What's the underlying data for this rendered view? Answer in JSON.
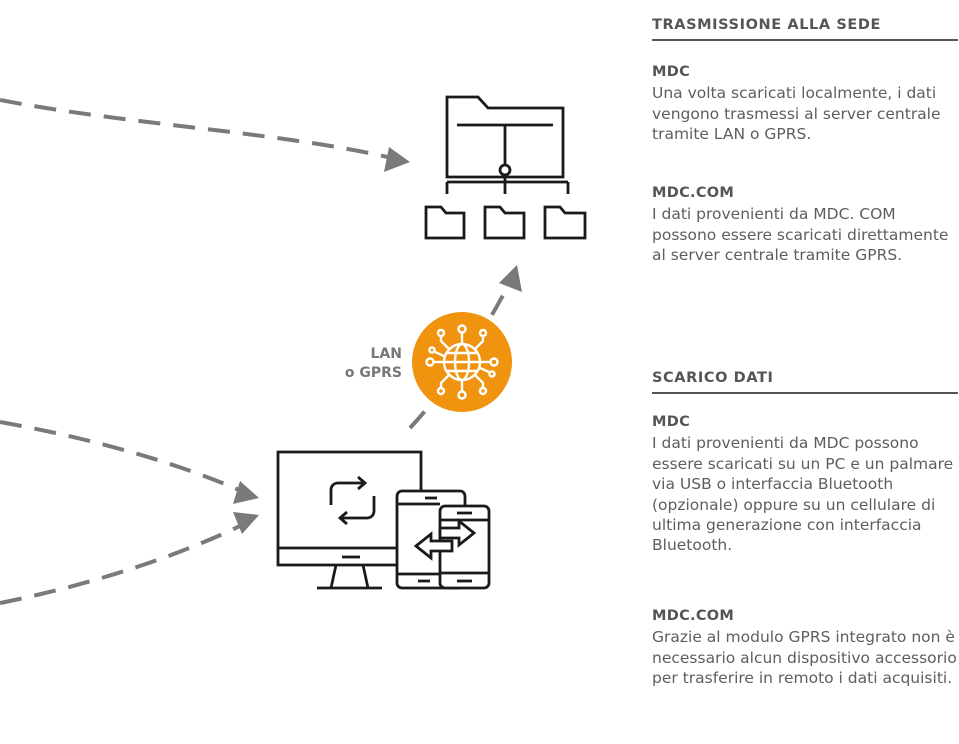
{
  "trasmissione": {
    "title": "TRASMISSIONE ALLA SEDE",
    "mdc_label": "MDC",
    "mdc_text": "Una volta scaricati localmente, i dati vengono trasmessi al server centrale tramite LAN o GPRS.",
    "mdccom_label": "MDC.COM",
    "mdccom_text": "I dati provenienti da MDC. COM possono essere scaricati direttamente al server centrale tramite GPRS."
  },
  "scarico": {
    "title": "SCARICO DATI",
    "mdc_label": "MDC",
    "mdc_text": "I dati provenienti da MDC possono essere scaricati su un PC e un palmare via USB o interfaccia Bluetooth (opzionale) oppure su un cellulare di ultima generazione con interfaccia Bluetooth.",
    "mdccom_label": "MDC.COM",
    "mdccom_text": "Grazie al modulo GPRS integrato non è necessario alcun dispositivo accessorio per trasferire in remoto i dati acquisiti."
  },
  "connection": {
    "line1": "LAN",
    "line2": "o GPRS"
  },
  "icons": {
    "server": "server-folders-icon",
    "network": "globe-network-icon",
    "devices": "computer-phone-sync-icon"
  },
  "colors": {
    "accent": "#f0930f",
    "line": "#7a7a7a",
    "icon": "#1a1a1a"
  }
}
